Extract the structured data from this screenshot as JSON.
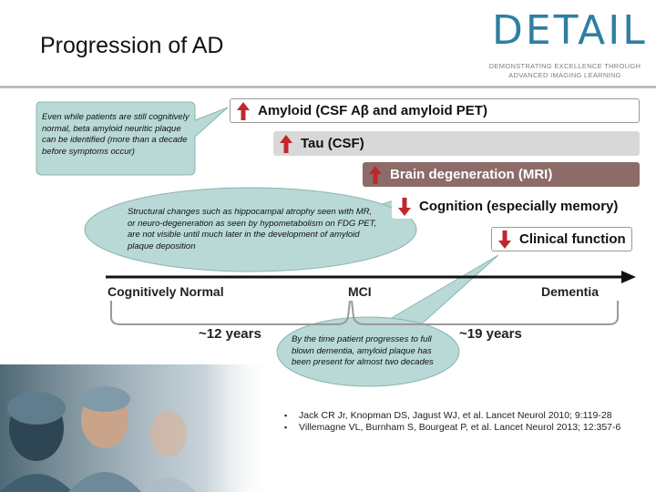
{
  "title": "Progression of AD",
  "logo": {
    "word": "DETAIL",
    "tagline_1": "DEMONSTRATING EXCELLENCE THROUGH",
    "tagline_2": "ADVANCED IMAGING LEARNING"
  },
  "biomarkers": [
    {
      "label": "Amyloid (CSF Aβ and amyloid PET)",
      "direction": "up"
    },
    {
      "label": "Tau (CSF)",
      "direction": "up"
    },
    {
      "label": "Brain degeneration (MRI)",
      "direction": "up"
    },
    {
      "label": "Cognition (especially memory)",
      "direction": "down"
    },
    {
      "label": "Clinical function",
      "direction": "down"
    }
  ],
  "timeline": {
    "stages": [
      "Cognitively Normal",
      "MCI",
      "Dementia"
    ],
    "durations": [
      "~12 years",
      "~19 years"
    ]
  },
  "callouts": [
    "Even while patients are still cognitively normal, beta amyloid neuritic plaque can be identified (more than a decade before symptoms occur)",
    "Structural changes such as hippocampal atrophy seen with MR, or neuro-degeneration as seen by hypometabolism on FDG PET, are not visible until much later in the development of amyloid plaque deposition",
    "By the time patient progresses to full blown dementia, amyloid plaque has been present for almost two decades"
  ],
  "references": [
    "Jack CR Jr, Knopman DS, Jagust WJ, et al. Lancet Neurol 2010; 9:119-28",
    "Villemagne VL, Burnham S, Bourgeat P, et al. Lancet Neurol 2013; 12:357-6"
  ],
  "colors": {
    "up_arrow": "#c0272d",
    "down_arrow": "#c0272d",
    "tau_bar": "#d8d8d8",
    "brain_bar": "#8c6b68",
    "callout_fill": "#b9d9d6",
    "logo": "#2f7fa1"
  }
}
